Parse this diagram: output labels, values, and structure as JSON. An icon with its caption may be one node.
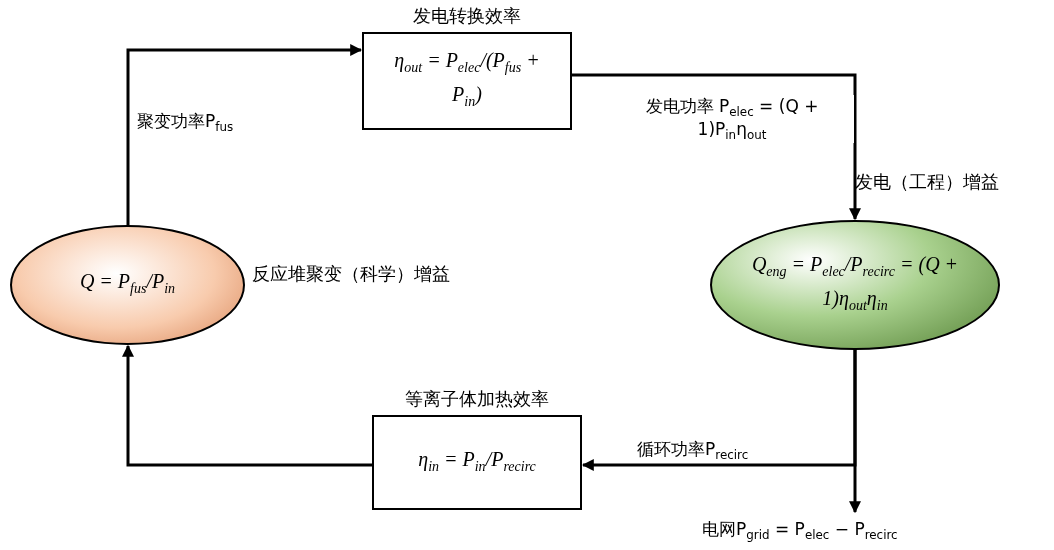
{
  "diagram": {
    "nodes": [
      {
        "text": [
          "发电转换效率",
          "η$_{out}$ = P$_{elec}$/(P$_{fus}$ + P$_{in}$)"
        ]
      },
      {
        "text": [
          "Q$_{eng}$ = P$_{elec}$/P$_{recirc}$ = (Q + 1)η$_{out}$η$_{in}$"
        ],
        "beside": [
          "发电（工程）增益"
        ]
      },
      {
        "text": [
          "等离子体加热效率",
          "η$_{in}$ = P$_{in}$/P$_{recirc}$"
        ]
      },
      {
        "text": [
          "Q = P$_{fus}$/P$_{in}$"
        ],
        "beside": [
          "反应堆聚变（科学）增益"
        ]
      }
    ],
    "edges": [
      {
        "from": 3,
        "to": 0,
        "arrow": "to",
        "label": "聚变功率P$_{fus}$"
      },
      {
        "from": 0,
        "to": 1,
        "arrow": "to",
        "label": "发电功率 P$_{elec}$ = (Q + 1)P$_{in}$η$_{out}$"
      },
      {
        "from": 1,
        "to": 2,
        "arrow": "to",
        "label": "循环功率P$_{recirc}$"
      },
      {
        "from": 1,
        "to": null,
        "arrow": "to",
        "label": "电网P$_{grid}$ = P$_{elec}$ − P$_{recirc}$"
      },
      {
        "from": 2,
        "to": 3,
        "arrow": "to"
      }
    ]
  }
}
